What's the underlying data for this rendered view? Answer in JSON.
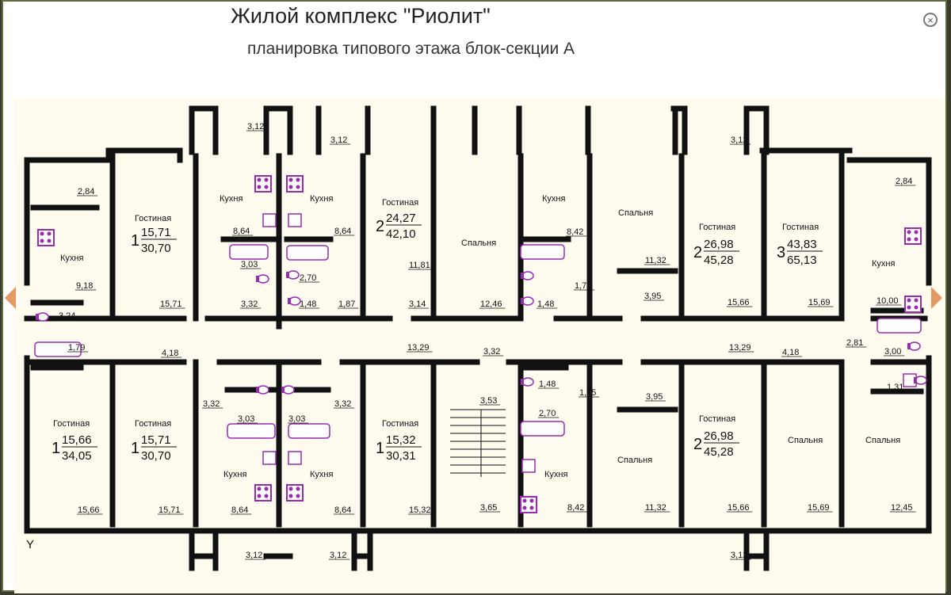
{
  "header": {
    "title": "Жилой комплекс \"Риолит\"",
    "subtitle": "планировка типового этажа блок-секции А",
    "close_label": "×"
  },
  "nav": {
    "prev_label": "",
    "next_label": ""
  },
  "colors": {
    "wall": "#111111",
    "fixture": "#9a2ab0",
    "background": "#fffcef",
    "arrow": "#e39a62"
  },
  "plan": {
    "room_names": {
      "kitchen": "Кухня",
      "living": "Гостиная",
      "bedroom": "Спальня"
    },
    "apartments": [
      {
        "rooms": "1",
        "living": "15,71",
        "total": "30,70"
      },
      {
        "rooms": "2",
        "living": "24,27",
        "total": "42,10"
      },
      {
        "rooms": "2",
        "living": "26,98",
        "total": "45,28"
      },
      {
        "rooms": "3",
        "living": "43,83",
        "total": "65,13"
      },
      {
        "rooms": "1",
        "living": "15,66",
        "total": "34,05"
      },
      {
        "rooms": "1",
        "living": "15,71",
        "total": "30,70"
      },
      {
        "rooms": "1",
        "living": "15,32",
        "total": "30,31"
      },
      {
        "rooms": "2",
        "living": "26,98",
        "total": "45,28"
      }
    ],
    "areas": [
      "3,12",
      "3,12",
      "3,12",
      "2,84",
      "2,84",
      "8,64",
      "8,64",
      "8,42",
      "9,18",
      "3,03",
      "2,70",
      "11,81",
      "11,32",
      "3,24",
      "15,71",
      "3,32",
      "1,48",
      "1,87",
      "3,14",
      "12,46",
      "1,48",
      "1,75",
      "3,95",
      "15,66",
      "15,69",
      "10,00",
      "1,79",
      "4,18",
      "13,29",
      "3,32",
      "13,29",
      "4,18",
      "2,81",
      "3,00",
      "3,32",
      "3,03",
      "3,03",
      "3,32",
      "3,53",
      "1,48",
      "1,75",
      "2,70",
      "3,95",
      "1,31",
      "15,66",
      "15,71",
      "8,64",
      "8,64",
      "15,32",
      "3,65",
      "8,42",
      "11,32",
      "15,66",
      "15,69",
      "12,45",
      "3,12",
      "3,12",
      "3,12"
    ],
    "axis_label": "Y"
  }
}
